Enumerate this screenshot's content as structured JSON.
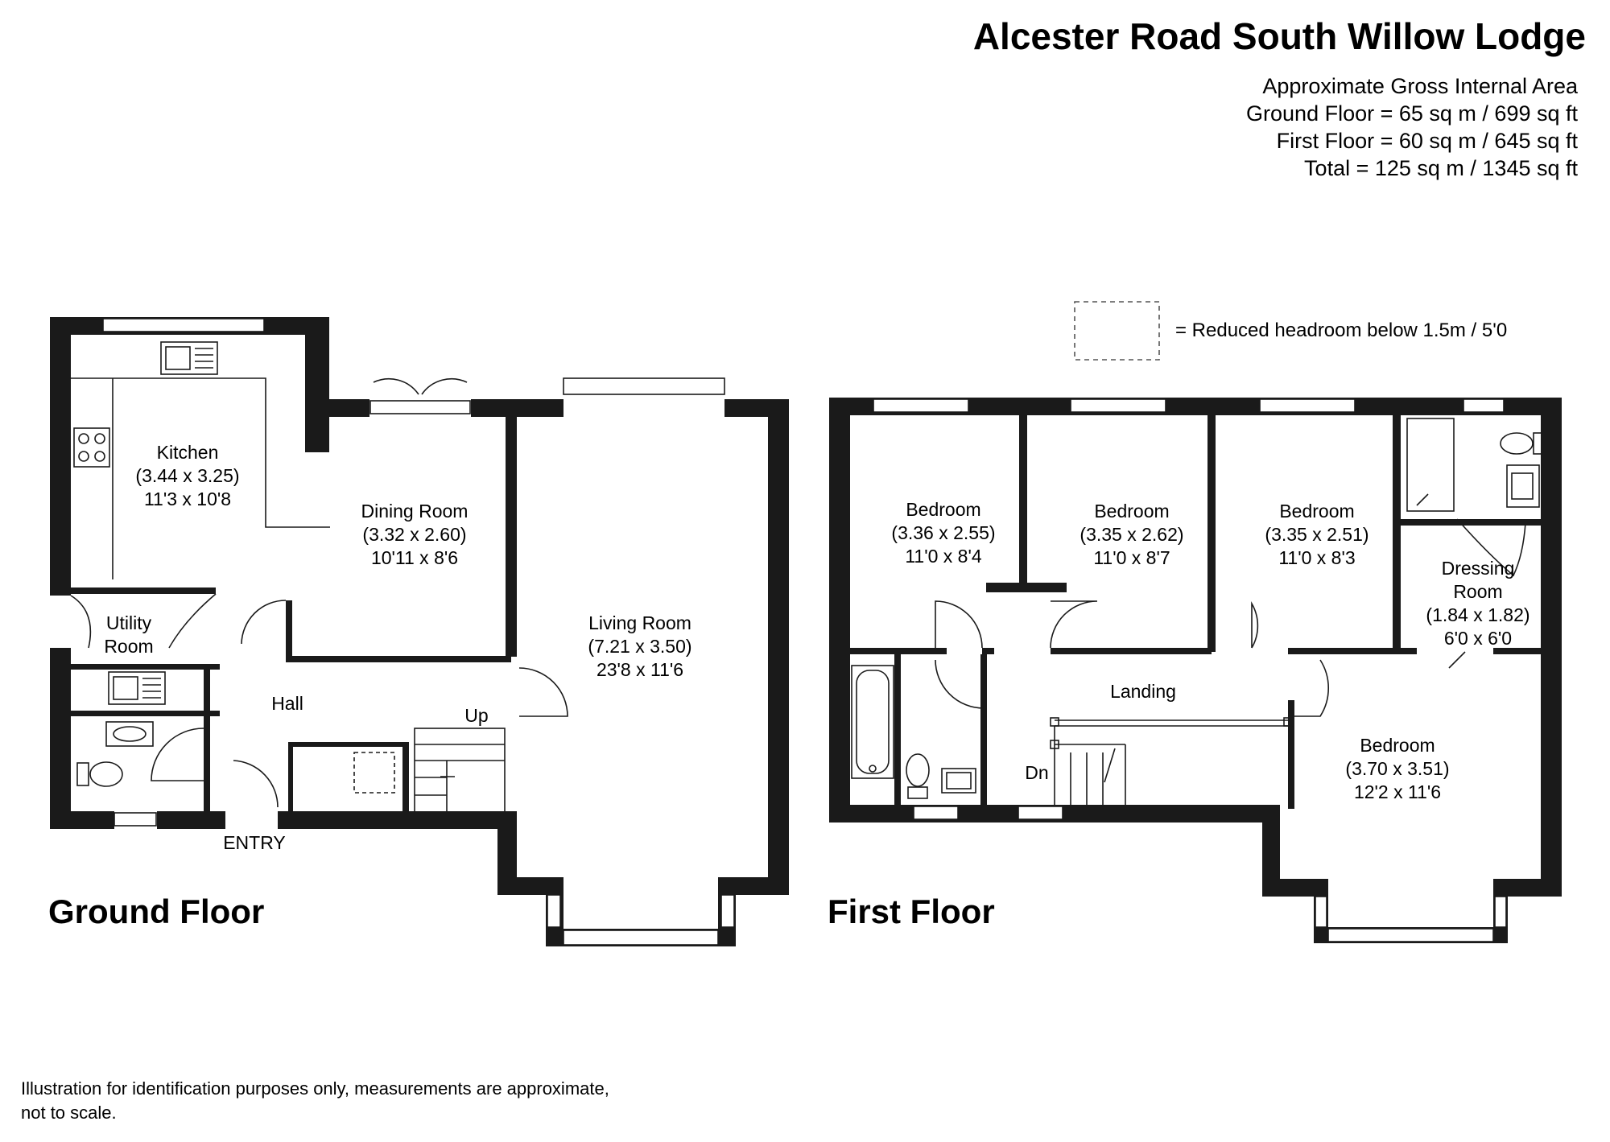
{
  "title": "Alcester Road South Willow Lodge",
  "area": {
    "heading": "Approximate Gross Internal Area",
    "ground": "Ground Floor = 65 sq m / 699 sq ft",
    "first": "First Floor = 60 sq m / 645 sq ft",
    "total": "Total = 125 sq m / 1345 sq ft"
  },
  "legend": {
    "text": "= Reduced headroom below 1.5m / 5'0"
  },
  "ground_floor": {
    "label": "Ground Floor",
    "kitchen": {
      "name": "Kitchen",
      "metric": "(3.44 x 3.25)",
      "imperial": "11'3 x 10'8"
    },
    "dining": {
      "name": "Dining Room",
      "metric": "(3.32 x 2.60)",
      "imperial": "10'11 x 8'6"
    },
    "living": {
      "name": "Living Room",
      "metric": "(7.21 x 3.50)",
      "imperial": "23'8 x 11'6"
    },
    "utility": {
      "name1": "Utility",
      "name2": "Room"
    },
    "hall": "Hall",
    "up": "Up",
    "entry": "ENTRY"
  },
  "first_floor": {
    "label": "First Floor",
    "bed1": {
      "name": "Bedroom",
      "metric": "(3.36 x 2.55)",
      "imperial": "11'0 x 8'4"
    },
    "bed2": {
      "name": "Bedroom",
      "metric": "(3.35 x 2.62)",
      "imperial": "11'0 x 8'7"
    },
    "bed3": {
      "name": "Bedroom",
      "metric": "(3.35 x 2.51)",
      "imperial": "11'0 x 8'3"
    },
    "dressing": {
      "name1": "Dressing",
      "name2": "Room",
      "metric": "(1.84 x 1.82)",
      "imperial": "6'0 x 6'0"
    },
    "bed4": {
      "name": "Bedroom",
      "metric": "(3.70 x 3.51)",
      "imperial": "12'2 x 11'6"
    },
    "landing": "Landing",
    "dn": "Dn"
  },
  "disclaimer": {
    "line1": "Illustration for identification purposes only, measurements are approximate,",
    "line2": "not to scale."
  }
}
